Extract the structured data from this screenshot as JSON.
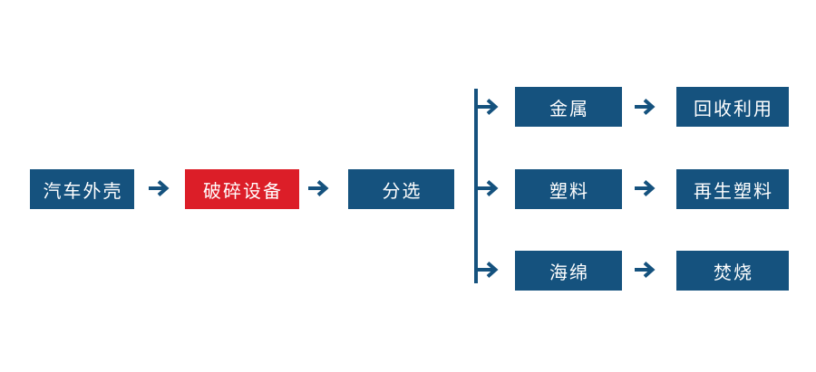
{
  "colors": {
    "node_blue": "#15527E",
    "node_red": "#DC1E28",
    "background": "#FFFFFF",
    "text": "#FFFFFF"
  },
  "flow": {
    "main": [
      {
        "label": "汽车外壳"
      },
      {
        "label": "破碎设备"
      },
      {
        "label": "分选"
      }
    ],
    "branches": [
      {
        "material": "金属",
        "result": "回收利用"
      },
      {
        "material": "塑料",
        "result": "再生塑料"
      },
      {
        "material": "海绵",
        "result": "焚烧"
      }
    ]
  }
}
